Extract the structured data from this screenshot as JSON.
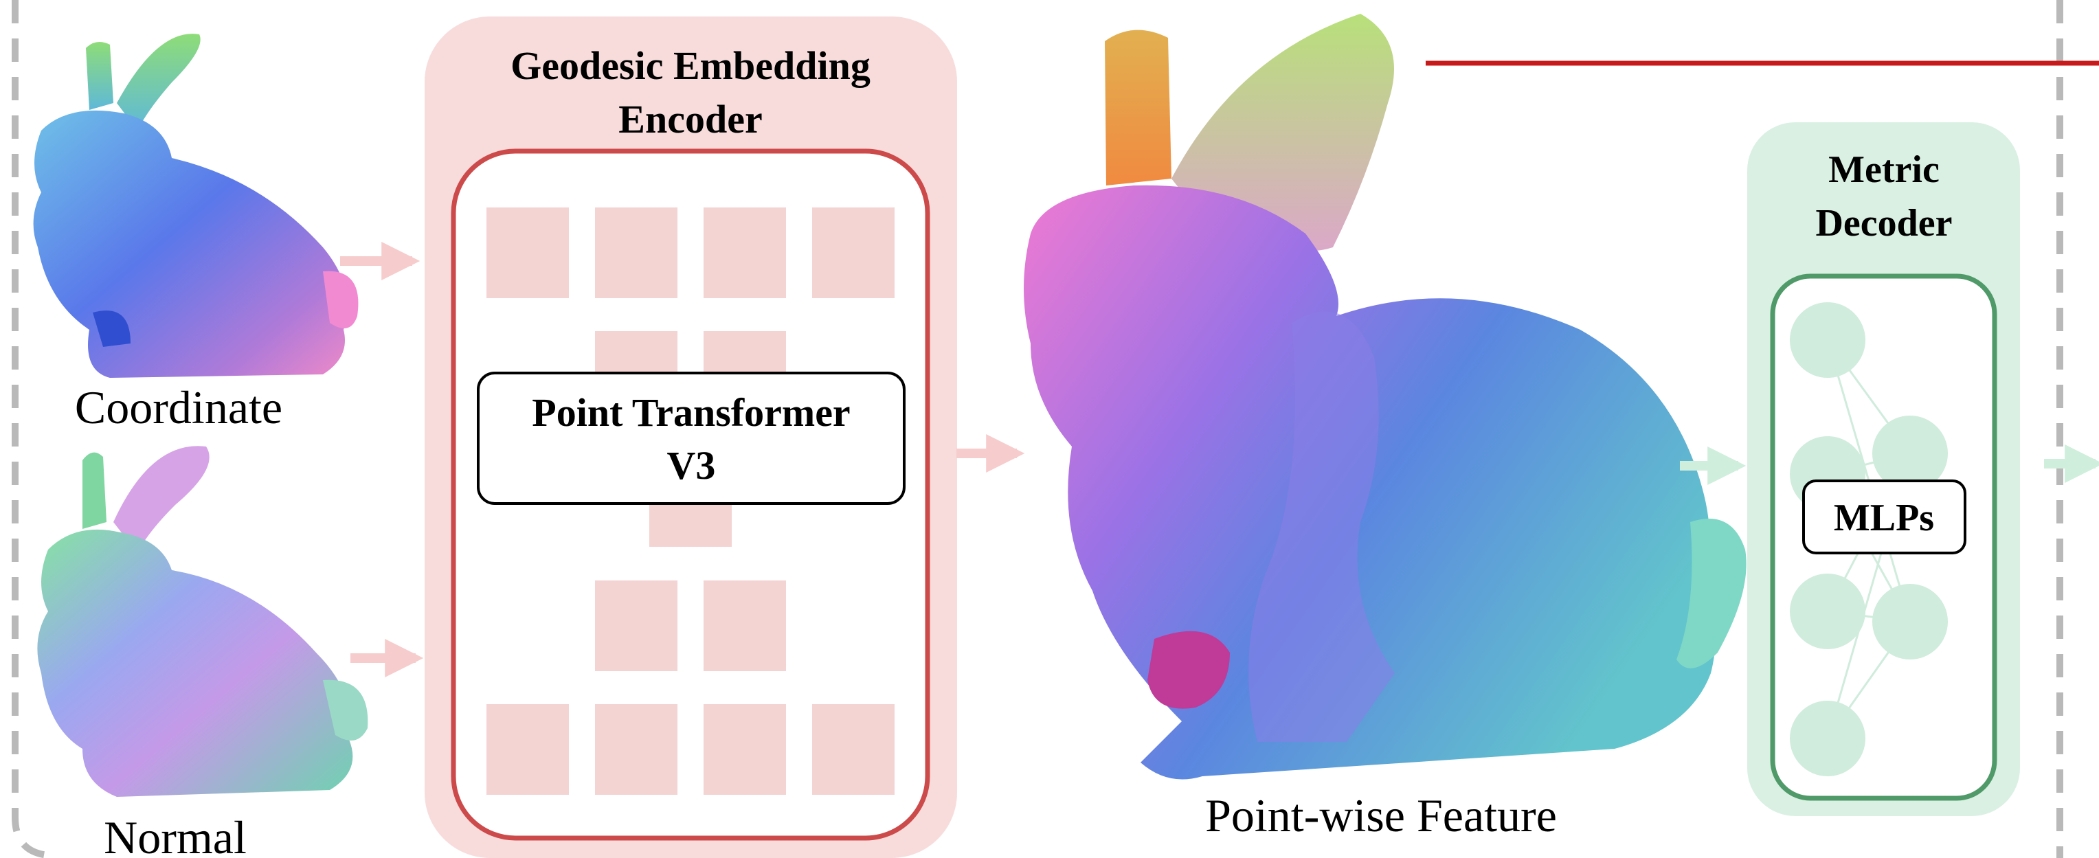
{
  "encoder": {
    "title_line1": "Geodesic Embedding",
    "title_line2": "Encoder",
    "backbone_line1": "Point Transformer",
    "backbone_line2": "V3"
  },
  "decoder": {
    "title_line1": "Metric",
    "title_line2": "Decoder",
    "block_label": "MLPs"
  },
  "inputs": {
    "coordinate_label": "Coordinate",
    "normal_label": "Normal"
  },
  "output": {
    "feature_label": "Point-wise Feature"
  },
  "colors": {
    "encoder_fill": "#f8dcdc",
    "encoder_border": "#cc4a4a",
    "encoder_blocks": "#f4d3d3",
    "decoder_fill": "#d9f0e3",
    "decoder_border": "#4f9a68",
    "decoder_nodes": "#d0ecdc",
    "arrow_pink": "#f6cccc",
    "arrow_green": "#cfeedc",
    "red_line": "#c81a1a",
    "dashed_border": "#b9b9b9"
  }
}
